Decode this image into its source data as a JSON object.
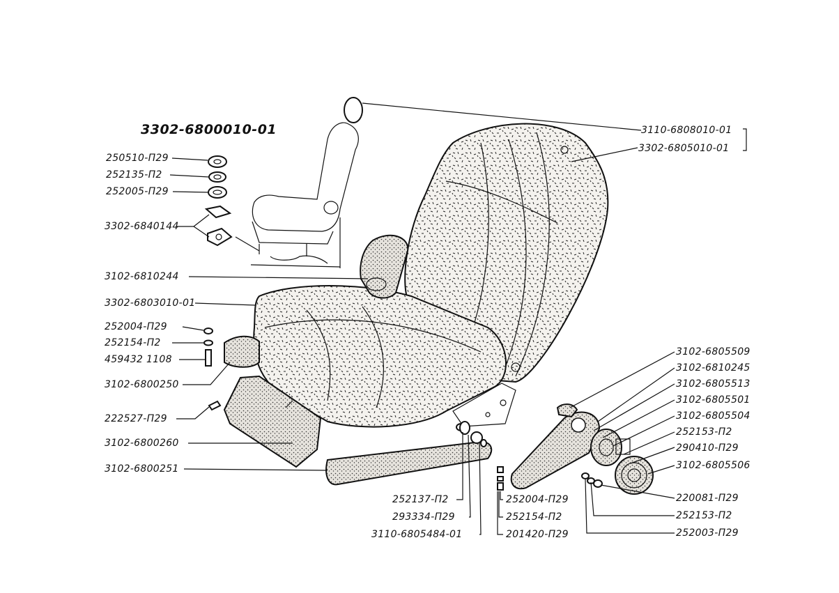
{
  "diagram": {
    "title": "3302-6800010-01",
    "labels_left": [
      "250510-П29",
      "252135-П2",
      "252005-П29",
      "3302-6840144",
      "3102-6810244",
      "3302-6803010-01",
      "252004-П29",
      "252154-П2",
      "459432 1108",
      "3102-6800250",
      "222527-П29",
      "3102-6800260",
      "3102-6800251"
    ],
    "labels_top_right": [
      "3110-6808010-01",
      "3302-6805010-01"
    ],
    "labels_right": [
      "3102-6805509",
      "3102-6810245",
      "3102-6805513",
      "3102-6805501",
      "3102-6805504",
      "252153-П2",
      "290410-П29",
      "3102-6805506",
      "220081-П29",
      "252153-П2",
      "252003-П29"
    ],
    "labels_bottom_left": [
      "252137-П2",
      "293334-П29",
      "3110-6805484-01"
    ],
    "labels_bottom_mid": [
      "252004-П29",
      "252154-П2",
      "201420-П29"
    ],
    "colors": {
      "ink": "#111111",
      "paper": "#ffffff",
      "upholstery": "#f4f2ee"
    }
  }
}
